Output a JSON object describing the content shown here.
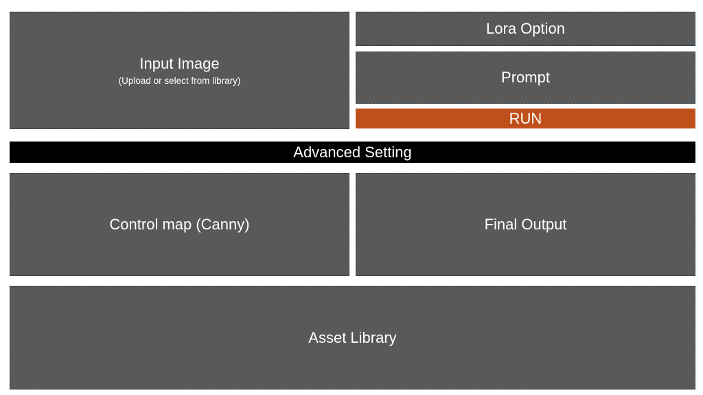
{
  "panels": {
    "input_image": {
      "title": "Input Image",
      "subtitle": "(Upload or select from library)"
    },
    "lora_option": {
      "label": "Lora Option"
    },
    "prompt": {
      "label": "Prompt"
    },
    "control_map": {
      "label": "Control map (Canny)"
    },
    "final_output": {
      "label": "Final Output"
    },
    "asset_library": {
      "label": "Asset Library"
    }
  },
  "run_button": {
    "label": "RUN"
  },
  "advanced_setting": {
    "label": "Advanced Setting"
  },
  "colors": {
    "panel_fill": "#595959",
    "panel_border": "#1f3a52",
    "run_accent": "#c0501b",
    "advanced_bar": "#000000",
    "text": "#ffffff"
  }
}
